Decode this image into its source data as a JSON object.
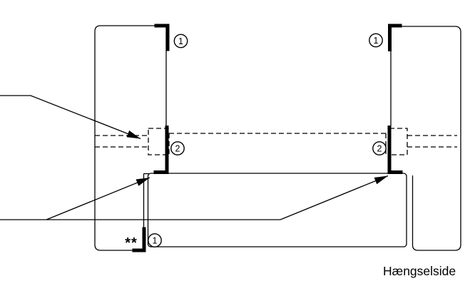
{
  "diagram": {
    "caption": "Hængselside",
    "note_marker": "**",
    "callouts": [
      {
        "id": "top-left",
        "text": "1"
      },
      {
        "id": "top-right",
        "text": "1"
      },
      {
        "id": "mid-left",
        "text": "2"
      },
      {
        "id": "mid-right",
        "text": "2"
      },
      {
        "id": "bottom-left",
        "text": "1"
      }
    ],
    "colors": {
      "line": "#000000",
      "background": "#ffffff"
    }
  }
}
